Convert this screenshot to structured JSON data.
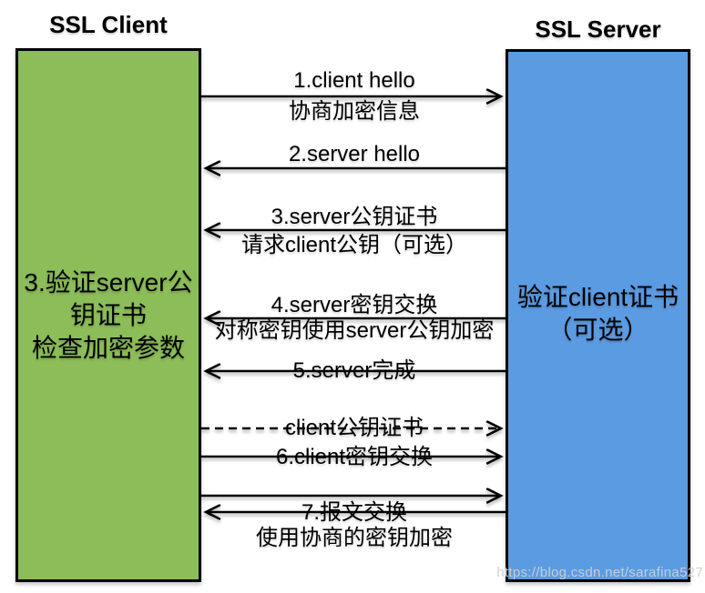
{
  "diagram": {
    "title_left": "SSL Client",
    "title_right": "SSL Server",
    "client": {
      "note_lines": [
        "3.验证server公",
        "钥证书",
        "检查加密参数"
      ]
    },
    "server": {
      "note_lines": [
        "验证client证书",
        "（可选）"
      ]
    },
    "messages": [
      {
        "label": "1.client hello",
        "sublabel": "协商加密信息",
        "direction": "right",
        "line_style": "solid"
      },
      {
        "label": "2.server hello",
        "sublabel": "",
        "direction": "left",
        "line_style": "solid"
      },
      {
        "label": "3.server公钥证书",
        "sublabel": "请求client公钥（可选）",
        "direction": "left",
        "line_style": "solid"
      },
      {
        "label": "4.server密钥交换",
        "sublabel": "对称密钥使用server公钥加密",
        "direction": "left",
        "line_style": "solid"
      },
      {
        "label": "5.server完成",
        "sublabel": "",
        "direction": "left",
        "line_style": "solid"
      },
      {
        "label": "client公钥证书",
        "sublabel": "",
        "direction": "right",
        "line_style": "dashed"
      },
      {
        "label": "6.client密钥交换",
        "sublabel": "",
        "direction": "right",
        "line_style": "solid"
      },
      {
        "label": "7.报文交换",
        "sublabel": "使用协商的密钥加密",
        "direction": "both",
        "line_style": "solid"
      }
    ],
    "colors": {
      "client_box": "#8cbd58",
      "server_box": "#5b9be2",
      "line": "#000000"
    },
    "watermark": "https://blog.csdn.net/sarafina527"
  }
}
